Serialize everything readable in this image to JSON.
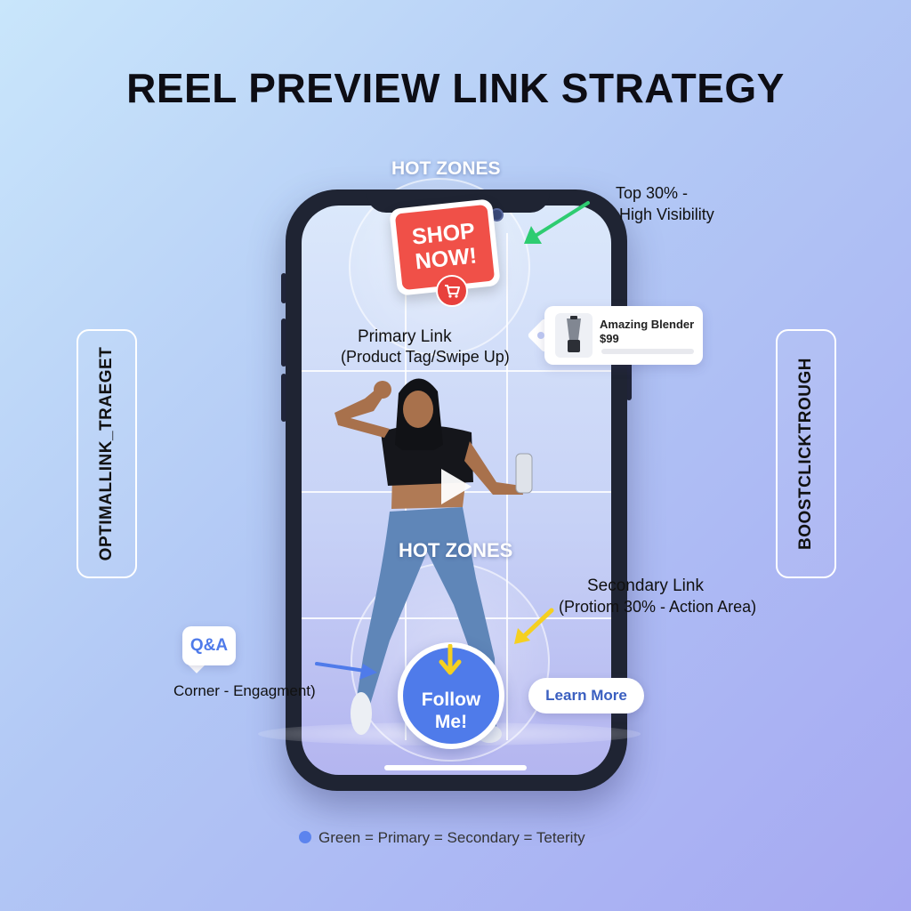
{
  "title": "REEL PREVIEW LINK STRATEGY",
  "hot_zones_top": "HOT ZONES",
  "hot_zones_bottom": "HOT ZONES",
  "left_pill": "OPTIMALLINK_TRAEGET",
  "right_pill": "BOOSTCLICKTROUGH",
  "top_zone": {
    "line1": "Top 30% -",
    "line2": "High Visibility"
  },
  "primary": {
    "line1": "Primary Link",
    "line2": "(Product Tag/Swipe Up)"
  },
  "secondary": {
    "line1": "Secondary Link",
    "line2": "(Protiom 30% - Action Area)"
  },
  "corner": "Corner - Engagment)",
  "shop_now": {
    "line1": "SHOP",
    "line2": "NOW!"
  },
  "product_tag": {
    "name": "Amazing Blender",
    "price": "$99"
  },
  "follow": {
    "line1": "Follow",
    "line2": "Me!"
  },
  "learn_more": "Learn More",
  "qa": "Q&A",
  "legend": "Green = Primary = Secondary = Teterity",
  "colors": {
    "green_arrow": "#2ecc71",
    "yellow_arrow": "#f5d020",
    "blue_arrow": "#4f7bea",
    "shop_red": "#f05048",
    "follow_blue": "#4f7bea",
    "phone": "#1f2433"
  },
  "icons": [
    "cart-icon",
    "play-icon",
    "chat-icon",
    "blender-icon",
    "arrow-down-icon"
  ]
}
